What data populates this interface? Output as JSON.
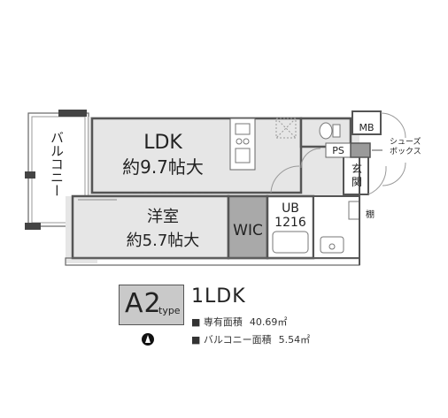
{
  "rooms": {
    "ldk_name": "LDK",
    "ldk_size": "約9.7帖大",
    "western_name": "洋室",
    "western_size": "約5.7帖大",
    "wic": "WIC",
    "ub": "UB",
    "ub_size": "1216",
    "entrance": "玄\n関",
    "shelf": "棚",
    "mb": "MB",
    "ps": "PS",
    "shoes_box": "シューズ\nボックス",
    "balcony": "バルコニー"
  },
  "info": {
    "type_code": "A2",
    "type_sub": "type",
    "layout": "1LDK",
    "exclusive_area_label": "■ 専有面積",
    "exclusive_area_value": "40.69㎡",
    "balcony_area_label": "■ バルコニー面積",
    "balcony_area_value": "5.54㎡"
  },
  "colors": {
    "wall": "#555555",
    "wic_fill": "#a9a9a9",
    "ps_fill": "#9a9a9a",
    "floor_fill": "#e6e6e6",
    "type_box": "#c9c9c9"
  }
}
